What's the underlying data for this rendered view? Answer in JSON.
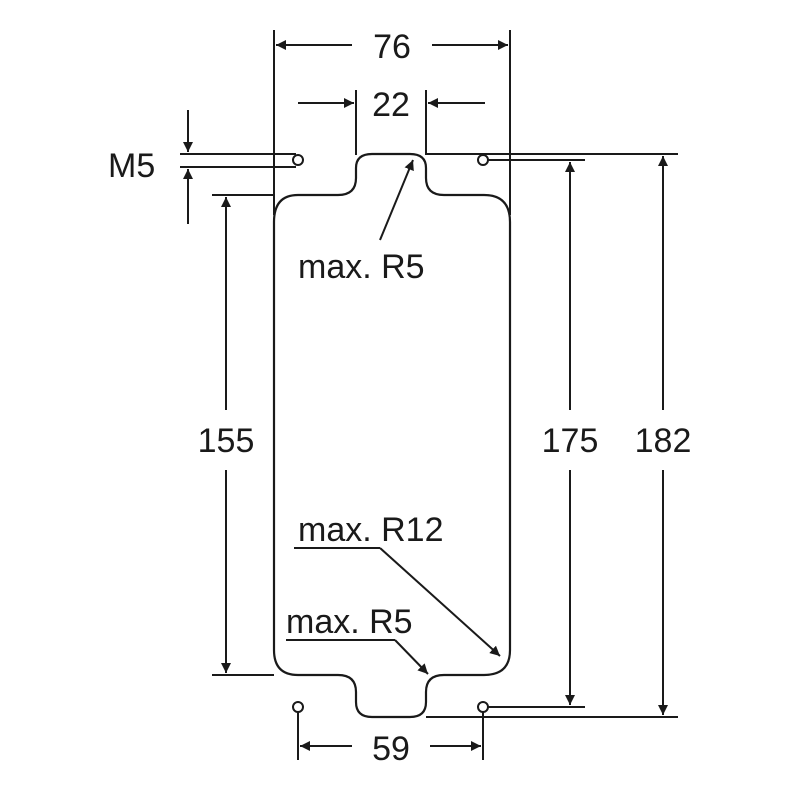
{
  "dimensions": {
    "overall_width": "76",
    "tab_width": "22",
    "thread": "M5",
    "body_height": "155",
    "hole_spacing_vertical": "175",
    "overall_height": "182",
    "hole_spacing_horizontal": "59"
  },
  "radii": {
    "top_notch": "max. R5",
    "body_corner": "max. R12",
    "bottom_notch": "max. R5"
  }
}
